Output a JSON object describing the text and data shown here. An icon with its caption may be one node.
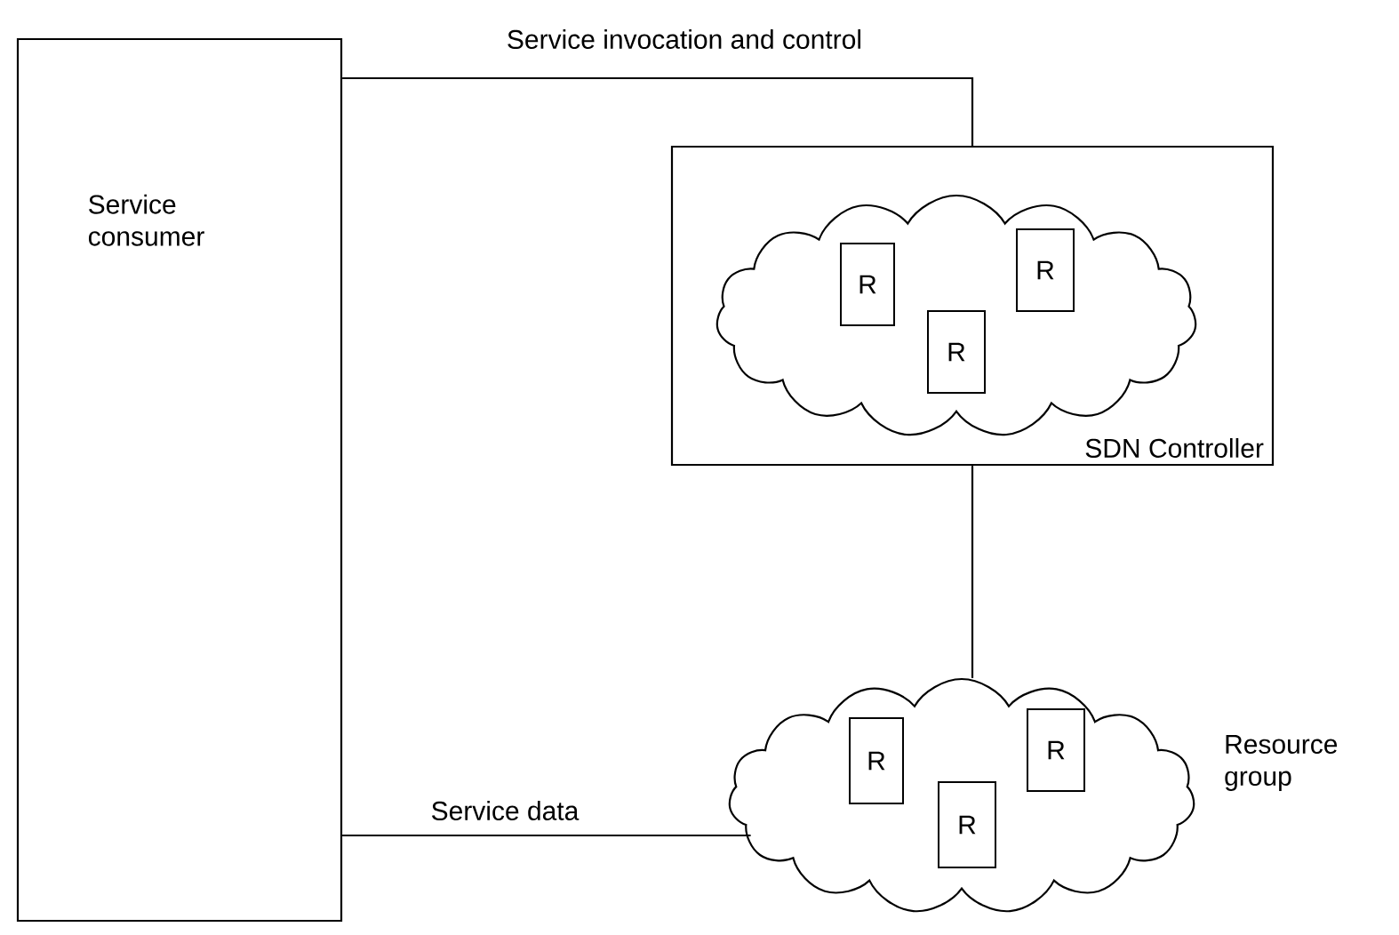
{
  "diagram": {
    "nodes": [
      {
        "text": [
          "Service consumer"
        ]
      },
      {
        "text": [
          "SDN Controller"
        ]
      },
      {
        "text": [],
        "shape": "cloud",
        "in": 1
      },
      {
        "text": [
          "R"
        ],
        "in": 2
      },
      {
        "text": [
          "R"
        ],
        "in": 2
      },
      {
        "text": [
          "R"
        ],
        "in": 2
      },
      {
        "text": [],
        "shape": "cloud",
        "beside": [
          "Resource group"
        ]
      },
      {
        "text": [
          "R"
        ],
        "in": 6
      },
      {
        "text": [
          "R"
        ],
        "in": 6
      },
      {
        "text": [
          "R"
        ],
        "in": 6
      }
    ],
    "edges": [
      {
        "from": 0,
        "to": 1,
        "arrow": "none",
        "label": "Service invocation and control"
      },
      {
        "from": 1,
        "to": 6,
        "arrow": "none"
      },
      {
        "from": 0,
        "to": 6,
        "arrow": "none",
        "label": "Service data"
      }
    ]
  }
}
